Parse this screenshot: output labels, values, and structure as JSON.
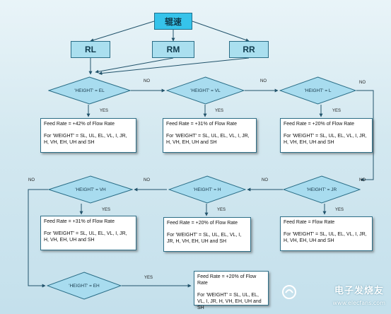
{
  "root": {
    "label": "辊速"
  },
  "rolls": [
    {
      "label": "RL"
    },
    {
      "label": "RM"
    },
    {
      "label": "RR"
    }
  ],
  "decisions": [
    {
      "label": "'HEIGHT' = EL"
    },
    {
      "label": "'HEIGHT' = VL"
    },
    {
      "label": "'HEIGHT' = L"
    },
    {
      "label": "'HEIGHT' = JR"
    },
    {
      "label": "'HEIGHT' = H"
    },
    {
      "label": "'HEIGHT' = VH"
    },
    {
      "label": "'HEIGHT' = EH"
    }
  ],
  "results": [
    {
      "rate": "Feed Rate = +42% of Flow Rate",
      "rule": "For 'WEIGHT' = SL, UL, EL, VL, I, JR, H, VH, EH, UH and SH"
    },
    {
      "rate": "Feed Rate = +31% of Flow Rate",
      "rule": "For 'WEIGHT' = SL, UL, EL, VL, I, JR, H, VH, EH, UH and SH"
    },
    {
      "rate": "Feed Rate = +20% of Flow Rate",
      "rule": "For 'WEIGHT' = SL, UL, EL, VL, I, JR, H, VH, EH, UH and SH"
    },
    {
      "rate": "Feed Rate = Flow Rate",
      "rule": "For 'WEIGHT' = SL, UL, EL, VL, I, JR, H, VH, EH, UH and SH"
    },
    {
      "rate": "Feed Rate = +20% of Flow Rate",
      "rule": "For 'WEIGHT' = SL, UL, EL, VL, I, JR, H, VH, EH, UH and SH"
    },
    {
      "rate": "Feed Rate = +31% of Flow Rate",
      "rule": "For 'WEIGHT' = SL, UL, EL, VL, I, JR, H, VH, EH, UH and SH"
    },
    {
      "rate": "Feed Rate = +20% of Flow Rate",
      "rule": "For 'WEIGHT' = SL, UL, EL, VL, I, JR, H, VH, EH, UH and SH"
    }
  ],
  "edge_labels": {
    "yes": "YES",
    "no": "NO"
  },
  "watermark": {
    "name": "电子发烧友",
    "url": "www.elecfans.com"
  },
  "colors": {
    "root": "#36c3ea",
    "box": "#aadfef",
    "diamond": "#a8dcef",
    "line": "#22536b",
    "background": "#d3e8f0"
  }
}
